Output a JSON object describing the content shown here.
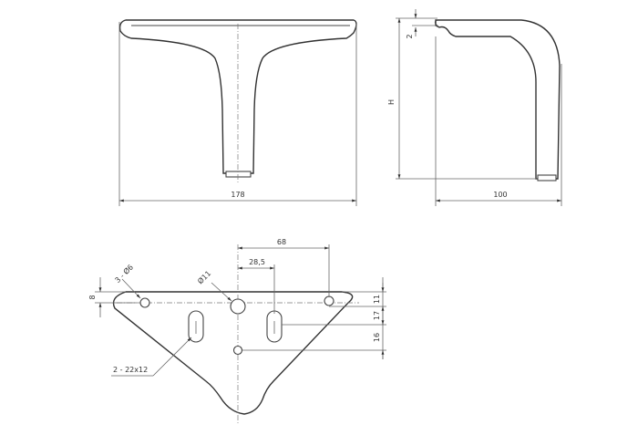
{
  "front_view": {
    "width_label": "178"
  },
  "side_view": {
    "height_label": "H",
    "top_label": "2",
    "depth_label": "100"
  },
  "plate": {
    "hole_spacing_label": "68",
    "center_offset_label": "28,5",
    "center_hole_label": "Ø11",
    "side_holes_label": "3 - Ø6",
    "slots_label": "2 - 22x12",
    "left_dim_label": "8",
    "right_dim_1": "11",
    "right_dim_2": "17",
    "right_dim_3": "16"
  }
}
